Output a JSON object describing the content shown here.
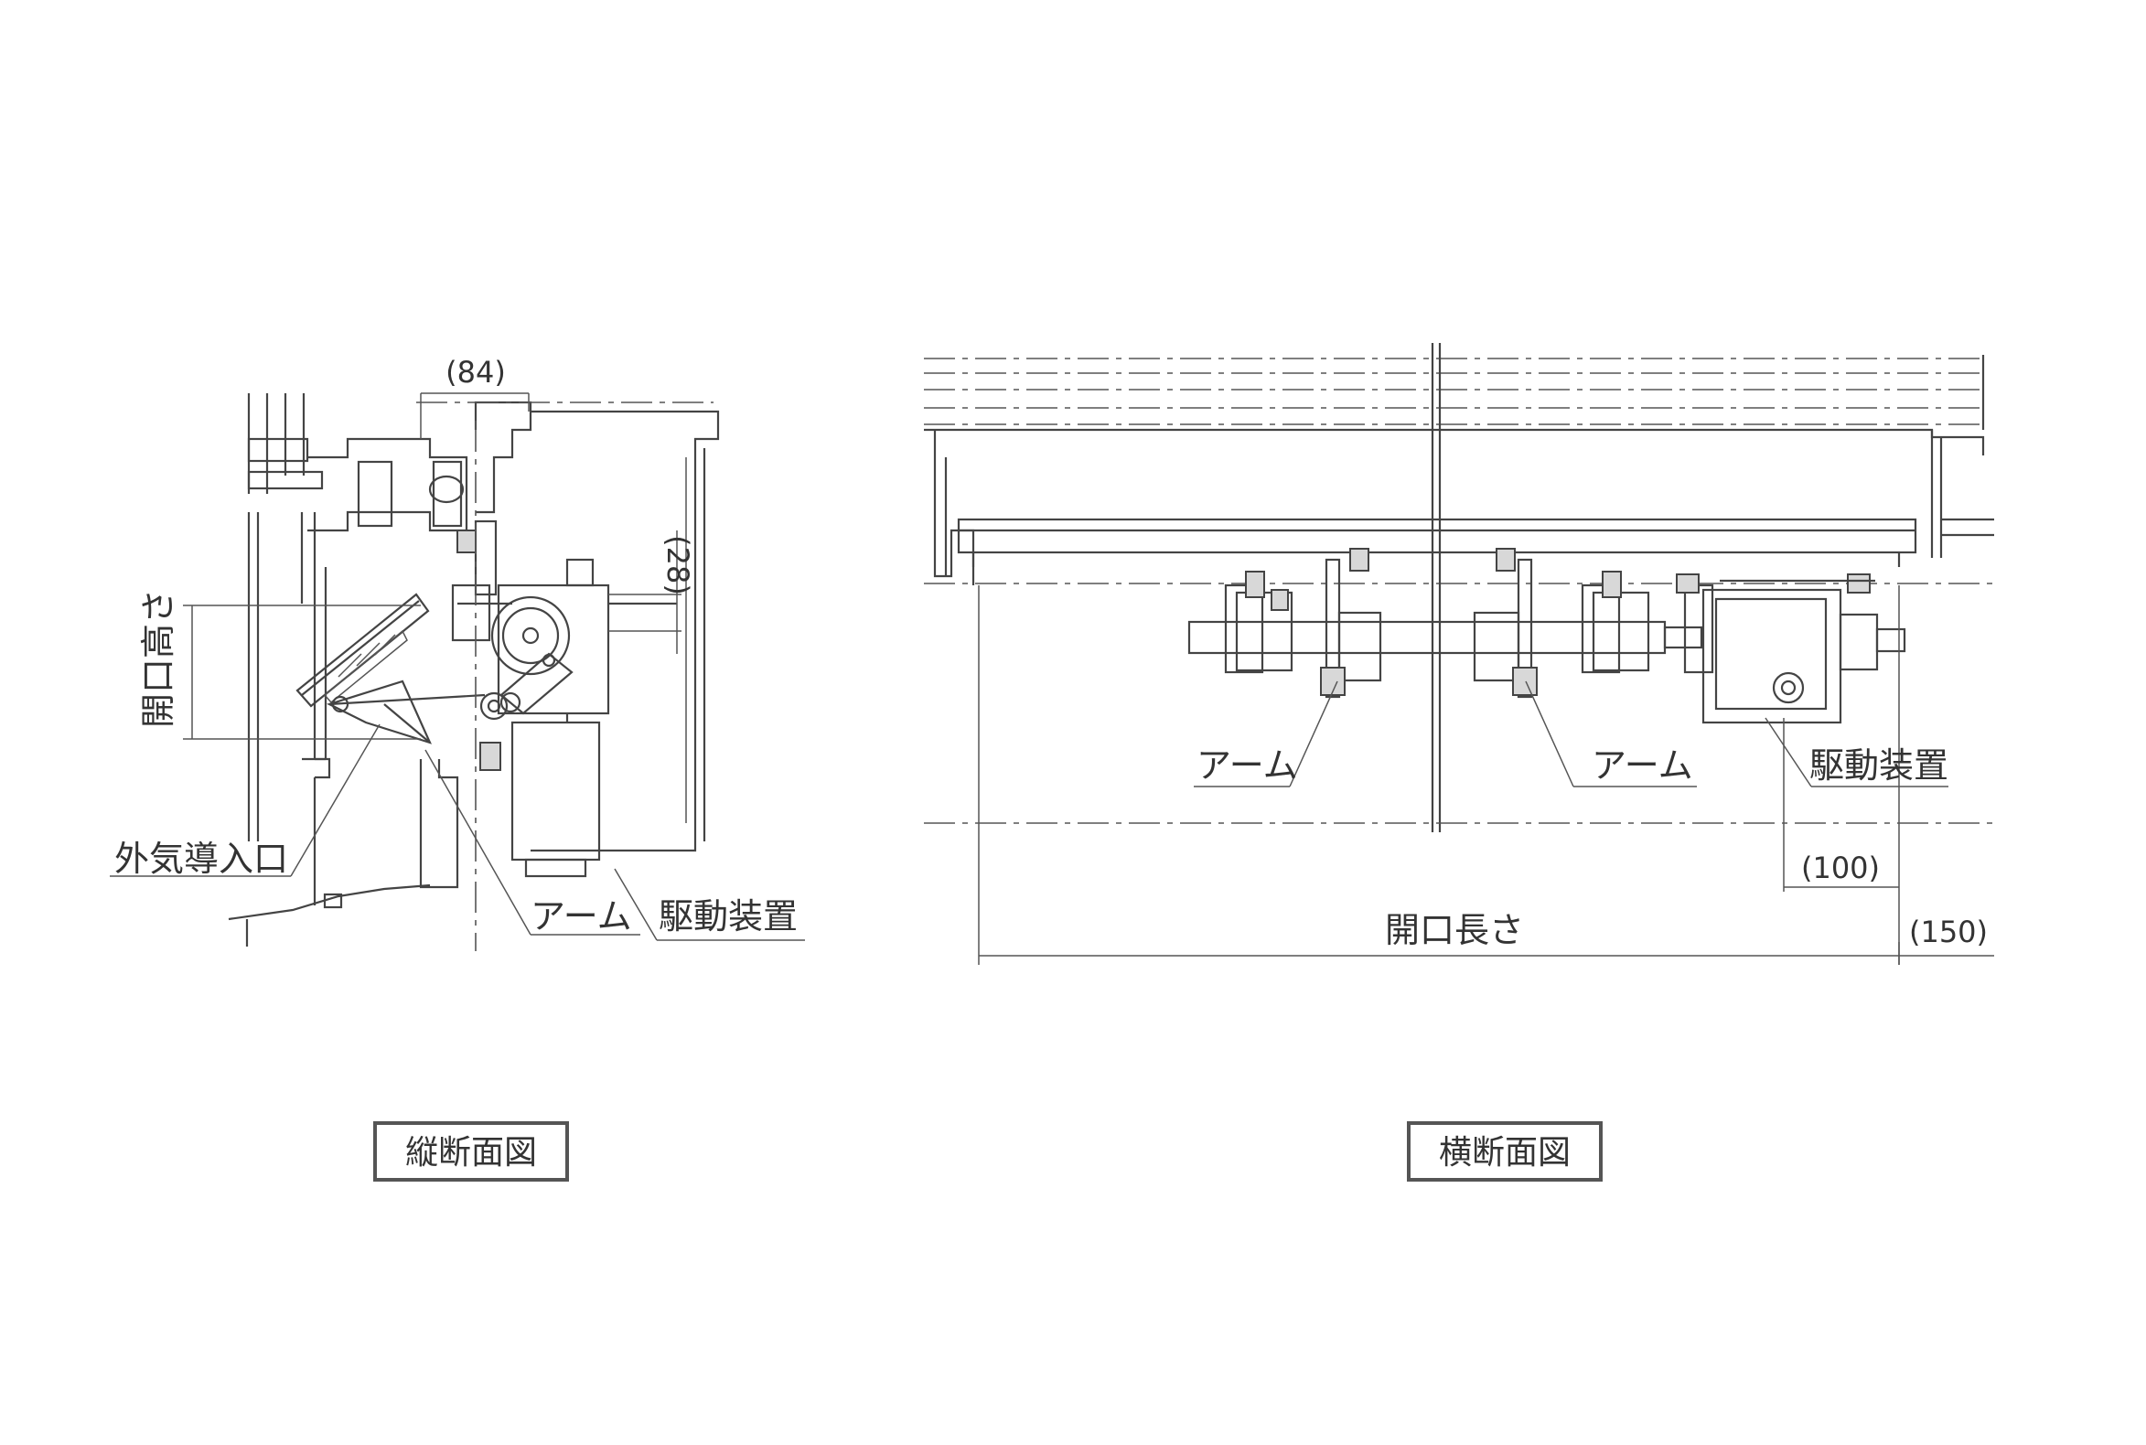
{
  "vertical_section": {
    "title": "縦断面図",
    "dim_top": "(84)",
    "dim_right": "(28)",
    "label_opening_height": "開口高さ",
    "label_air_inlet": "外気導入口",
    "label_arm": "アーム",
    "label_drive": "駆動装置"
  },
  "horizontal_section": {
    "title": "横断面図",
    "label_arm_1": "アーム",
    "label_arm_2": "アーム",
    "label_drive": "駆動装置",
    "dim_100": "(100)",
    "dim_150": "(150)",
    "label_opening_length": "開口長さ"
  }
}
